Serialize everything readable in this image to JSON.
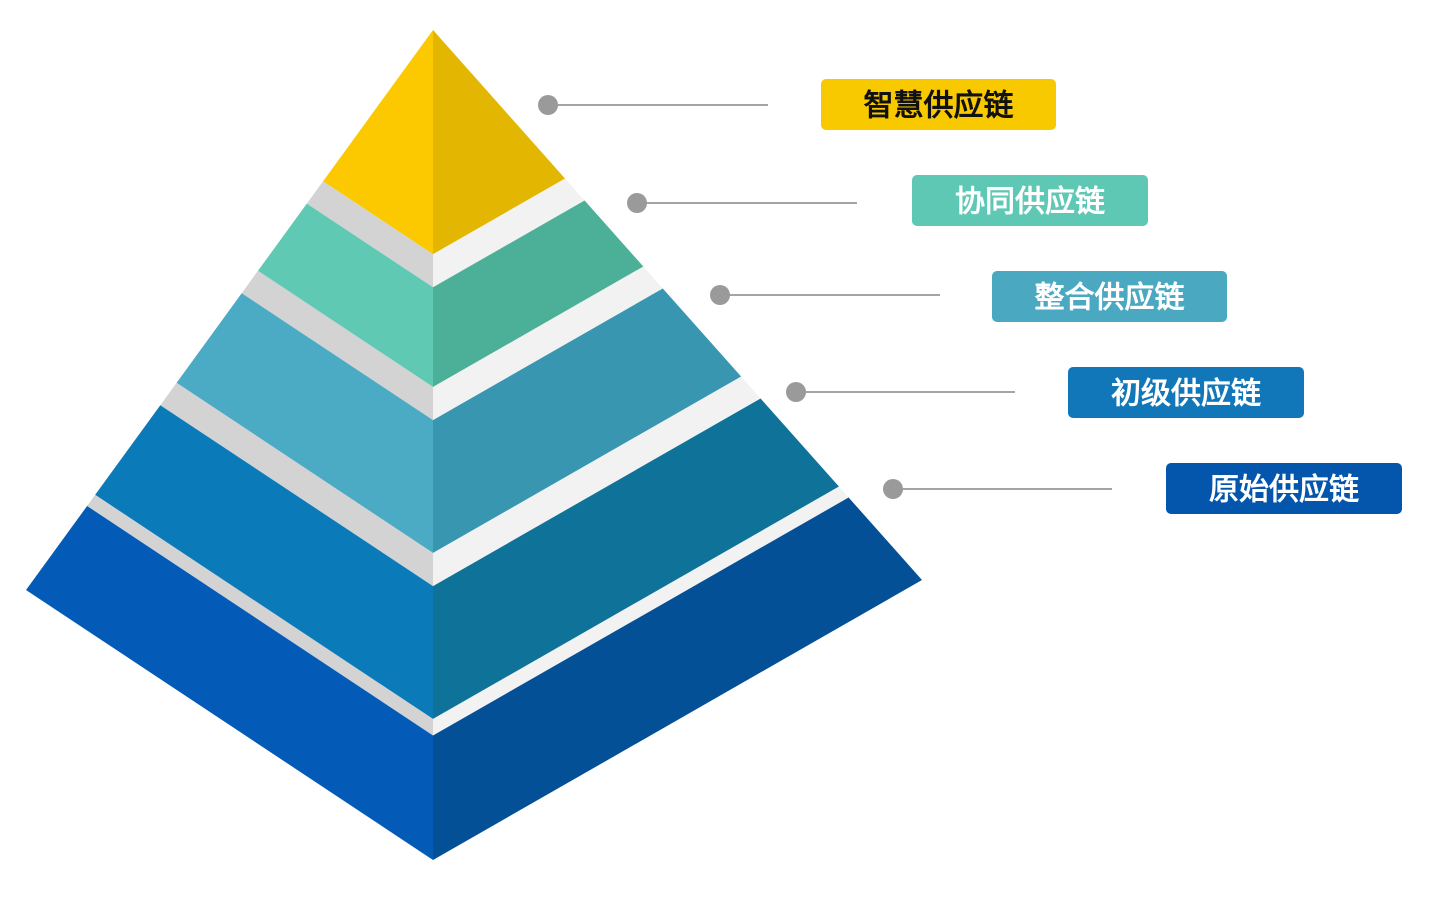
{
  "levels": [
    {
      "label": "智慧供应链",
      "box_color": "#f9c900",
      "text_color": "#111111",
      "light": "#fcc900",
      "dark": "#e3b602"
    },
    {
      "label": "协同供应链",
      "box_color": "#5ec8b4",
      "text_color": "#ffffff",
      "light": "#5fc9b4",
      "dark": "#4caf98"
    },
    {
      "label": "整合供应链",
      "box_color": "#4aa8c1",
      "text_color": "#ffffff",
      "light": "#4baac4",
      "dark": "#3896b0"
    },
    {
      "label": "初级供应链",
      "box_color": "#1177b9",
      "text_color": "#ffffff",
      "light": "#0b7ab9",
      "dark": "#0f7299"
    },
    {
      "label": "原始供应链",
      "box_color": "#0356ac",
      "text_color": "#ffffff",
      "light": "#035bb7",
      "dark": "#035096"
    }
  ],
  "colors": {
    "connector_dot": "#9a9a9a",
    "connector_line": "#a5a5a5",
    "separator_light": "#f2f2f2",
    "separator_dark": "#d3d3d3"
  }
}
